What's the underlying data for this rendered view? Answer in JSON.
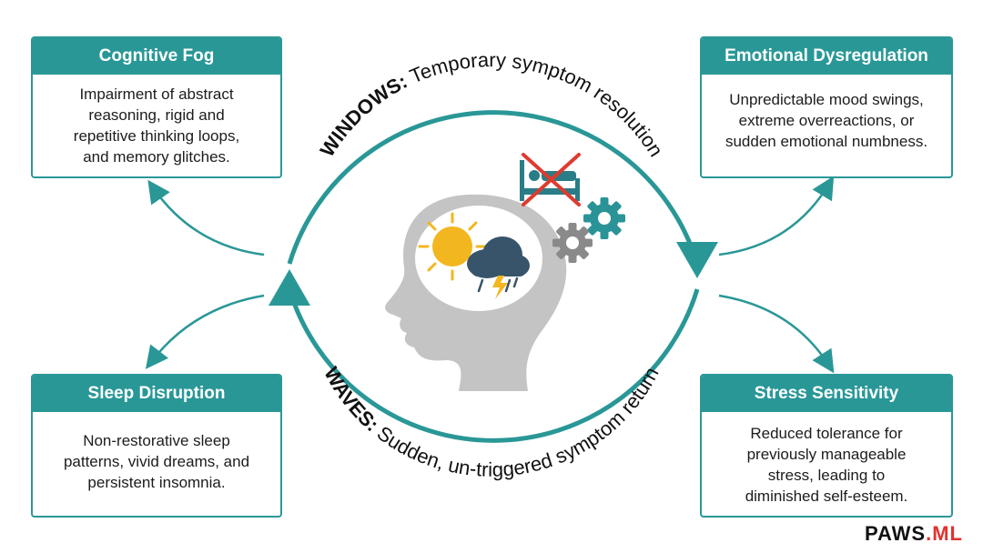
{
  "cycle": {
    "top_keyword": "WINDOWS:",
    "top_text": " Temporary symptom resolution",
    "bottom_keyword": "WAVES:",
    "bottom_text": " Sudden, un-triggered symptom return"
  },
  "cards": {
    "cognitive_fog": {
      "title": "Cognitive Fog",
      "lines": [
        "Impairment of abstract",
        "reasoning, rigid and",
        "repetitive thinking loops,",
        "and memory glitches."
      ]
    },
    "emotional_dysregulation": {
      "title": "Emotional Dysregulation",
      "lines": [
        "Unpredictable mood swings,",
        "extreme overreactions, or",
        "sudden emotional numbness."
      ]
    },
    "sleep_disruption": {
      "title": "Sleep Disruption",
      "lines": [
        "Non-restorative sleep",
        "patterns, vivid dreams, and",
        "persistent insomnia."
      ]
    },
    "stress_sensitivity": {
      "title": "Stress Sensitivity",
      "lines": [
        "Reduced tolerance for",
        "previously manageable",
        "stress, leading to",
        "diminished self-esteem."
      ]
    }
  },
  "icons": [
    "head-silhouette-icon",
    "sun-icon",
    "storm-cloud-icon",
    "no-sleep-bed-icon",
    "gears-icon"
  ],
  "colors": {
    "accent": "#2a9797",
    "head": "#c4c4c4",
    "sun": "#f2b71f",
    "cloud": "#37546a",
    "cross": "#de3b2f",
    "brand_highlight": "#e3322c"
  },
  "brand": {
    "name": "PAWS",
    "suffix": ".ML"
  }
}
